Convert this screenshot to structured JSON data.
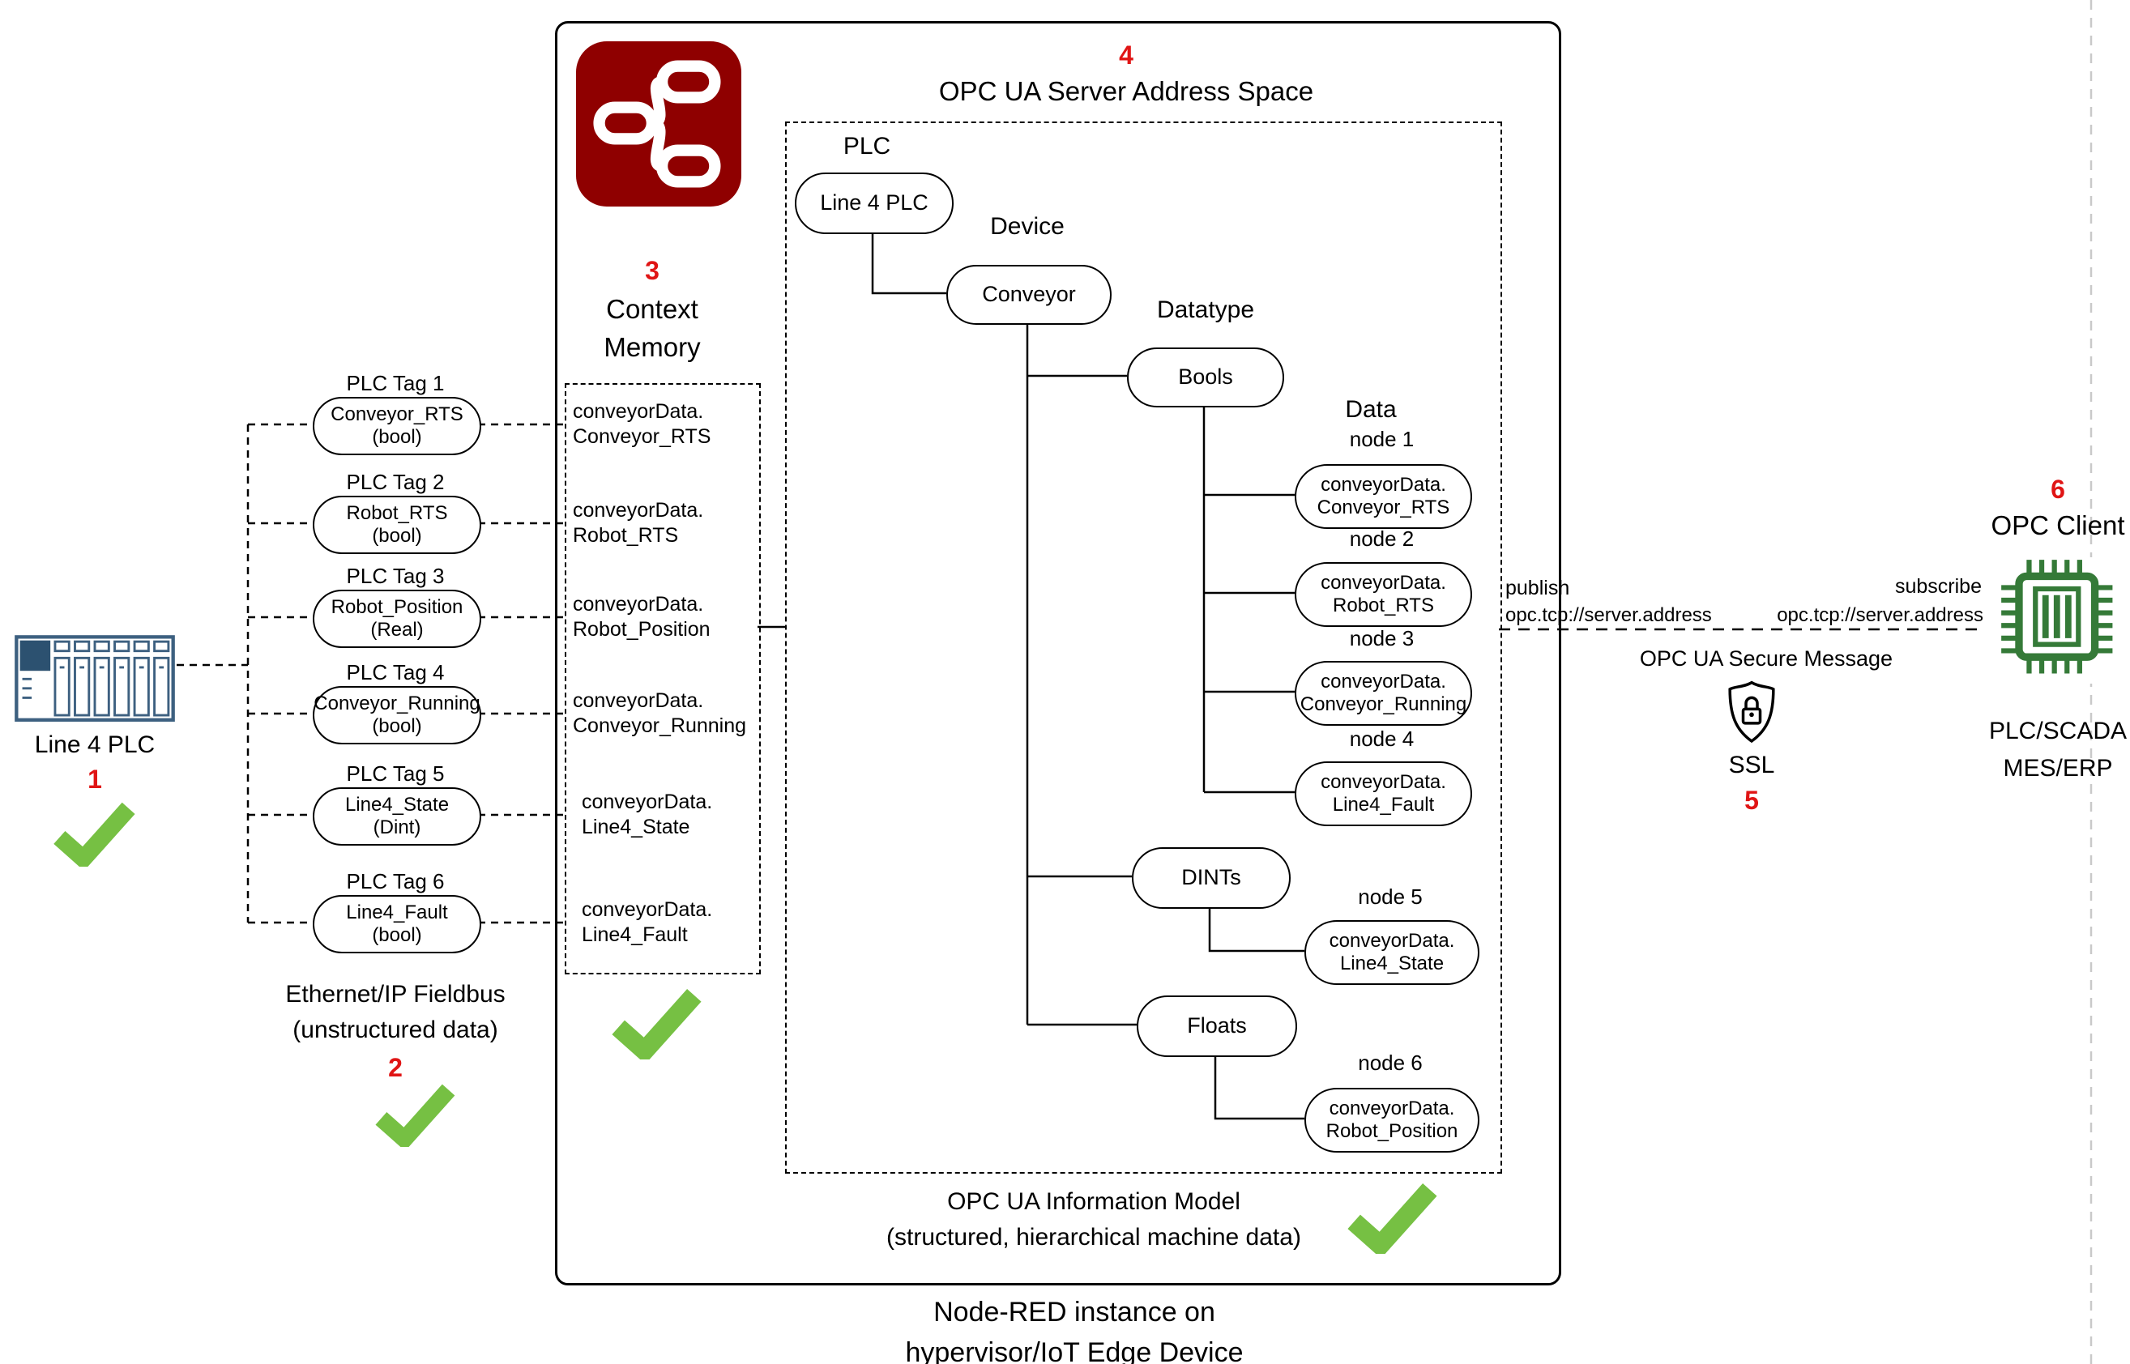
{
  "plc": {
    "label": "Line 4 PLC",
    "step": "1"
  },
  "tags": [
    {
      "title": "PLC Tag 1",
      "name": "Conveyor_RTS",
      "type": "(bool)"
    },
    {
      "title": "PLC Tag 2",
      "name": "Robot_RTS",
      "type": "(bool)"
    },
    {
      "title": "PLC Tag 3",
      "name": "Robot_Position",
      "type": "(Real)"
    },
    {
      "title": "PLC Tag 4",
      "name": "Conveyor_Running",
      "type": "(bool)"
    },
    {
      "title": "PLC Tag 5",
      "name": "Line4_State",
      "type": "(Dint)"
    },
    {
      "title": "PLC Tag 6",
      "name": "Line4_Fault",
      "type": "(bool)"
    }
  ],
  "fieldbus": {
    "line1": "Ethernet/IP Fieldbus",
    "line2": "(unstructured data)",
    "step": "2"
  },
  "context": {
    "step": "3",
    "title1": "Context",
    "title2": "Memory",
    "items": [
      {
        "l1": "conveyorData.",
        "l2": "Conveyor_RTS"
      },
      {
        "l1": "conveyorData.",
        "l2": "Robot_RTS"
      },
      {
        "l1": "conveyorData.",
        "l2": "Robot_Position"
      },
      {
        "l1": "conveyorData.",
        "l2": "Conveyor_Running"
      },
      {
        "l1": "conveyorData.",
        "l2": "Line4_State"
      },
      {
        "l1": "conveyorData.",
        "l2": "Line4_Fault"
      }
    ]
  },
  "address_space": {
    "step": "4",
    "title": "OPC UA Server Address Space",
    "plc_label": "PLC",
    "plc_node": "Line 4 PLC",
    "device_label": "Device",
    "device_node": "Conveyor",
    "datatype_label": "Datatype",
    "bools": "Bools",
    "dints": "DINTs",
    "floats": "Floats",
    "data_label": "Data",
    "nodes": [
      {
        "label": "node 1",
        "l1": "conveyorData.",
        "l2": "Conveyor_RTS"
      },
      {
        "label": "node 2",
        "l1": "conveyorData.",
        "l2": "Robot_RTS"
      },
      {
        "label": "node 3",
        "l1": "conveyorData.",
        "l2": "Conveyor_Running"
      },
      {
        "label": "node 4",
        "l1": "conveyorData.",
        "l2": "Line4_Fault"
      },
      {
        "label": "node 5",
        "l1": "conveyorData.",
        "l2": "Line4_State"
      },
      {
        "label": "node 6",
        "l1": "conveyorData.",
        "l2": "Robot_Position"
      }
    ],
    "caption1": "OPC UA Information Model",
    "caption2": "(structured, hierarchical machine data)"
  },
  "nodered": {
    "caption1": "Node-RED instance on",
    "caption2": "hypervisor/IoT Edge Device"
  },
  "link": {
    "publish": "publish",
    "publish_addr": "opc.tcp://server.address",
    "subscribe": "subscribe",
    "subscribe_addr": "opc.tcp://server.address",
    "secure": "OPC UA Secure Message",
    "ssl": "SSL",
    "step": "5"
  },
  "client": {
    "step": "6",
    "title": "OPC Client",
    "caption1": "PLC/SCADA",
    "caption2": "MES/ERP"
  },
  "icons": {
    "plc": "plc-rack-icon",
    "nodered": "node-red-icon",
    "ssl": "ssl-badge-icon",
    "client": "chip-icon",
    "check": "checkmark-icon"
  },
  "colors": {
    "step_red": "#e01515",
    "check_green": "#76c043",
    "nodered_maroon": "#8f0000",
    "client_green": "#357a38",
    "plc_blue": "#3d6080",
    "guide_gray": "#c9c9c9"
  }
}
